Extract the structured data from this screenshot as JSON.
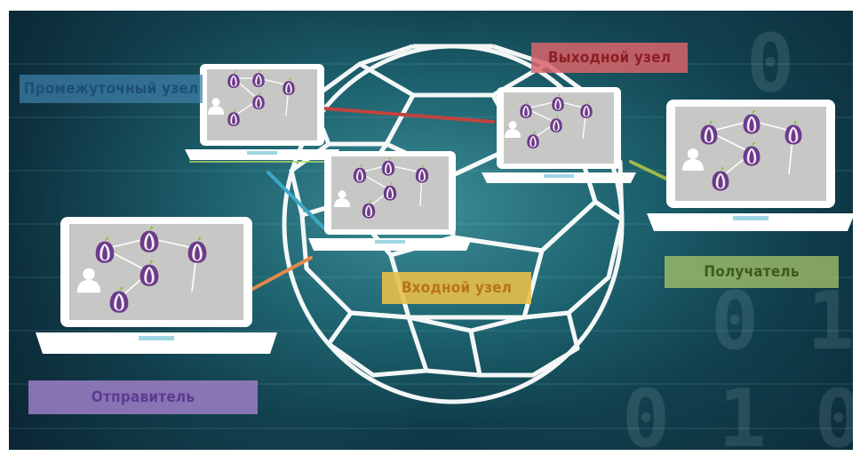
{
  "labels": {
    "intermediate_node": "Промежуточный узел",
    "exit_node": "Выходной узел",
    "entry_node": "Входной узел",
    "recipient": "Получатель",
    "sender": "Отправитель"
  },
  "colors": {
    "intermediate_bg": "#3d7fa6",
    "intermediate_text": "#1d4f78",
    "exit_bg": "#d9646a",
    "exit_text": "#8c1f24",
    "entry_bg": "#e8c04a",
    "entry_text": "#b8741a",
    "recipient_bg": "#a9c76a",
    "recipient_text": "#3f5a1f",
    "sender_bg": "#9e7fc7",
    "sender_text": "#5b3c8f",
    "link_red": "#c0443e",
    "link_blue": "#3ba7c8",
    "link_orange": "#e2894a",
    "link_green": "#9db94a",
    "onion": "#6d3b8a"
  },
  "icons": {
    "onion": "tor-onion-icon",
    "user": "user-icon",
    "laptop": "laptop-icon",
    "network": "geodesic-sphere"
  }
}
